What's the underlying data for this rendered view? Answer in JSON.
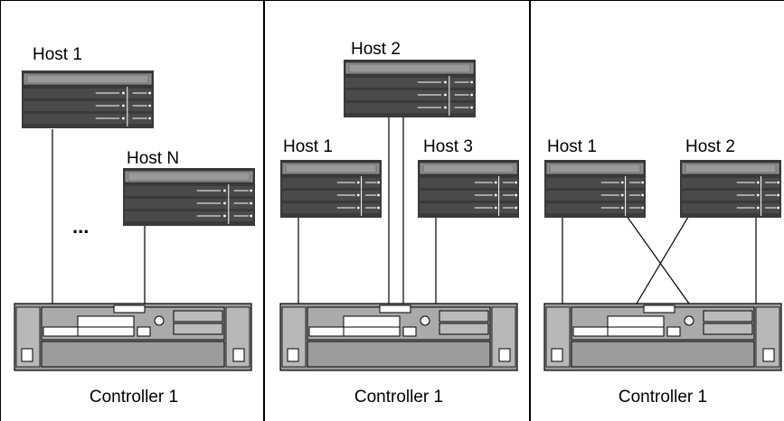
{
  "panels": [
    {
      "hosts": [
        {
          "label": "Host 1"
        },
        {
          "label": "Host N"
        }
      ],
      "ellipsis": "...",
      "controller": {
        "label": "Controller 1"
      }
    },
    {
      "hosts": [
        {
          "label": "Host 2"
        },
        {
          "label": "Host 1"
        },
        {
          "label": "Host 3"
        }
      ],
      "controller": {
        "label": "Controller 1"
      }
    },
    {
      "hosts": [
        {
          "label": "Host 1"
        },
        {
          "label": "Host 2"
        }
      ],
      "controller": {
        "label": "Controller 1"
      }
    }
  ],
  "colors": {
    "rack_dark": "#3a3a3a",
    "rack_mid": "#8c8c8c",
    "chassis_gray": "#9a9a9a",
    "line": "#000000",
    "background": "#ffffff"
  },
  "icons": {
    "host": "server-rack-icon",
    "controller": "storage-controller-icon"
  }
}
